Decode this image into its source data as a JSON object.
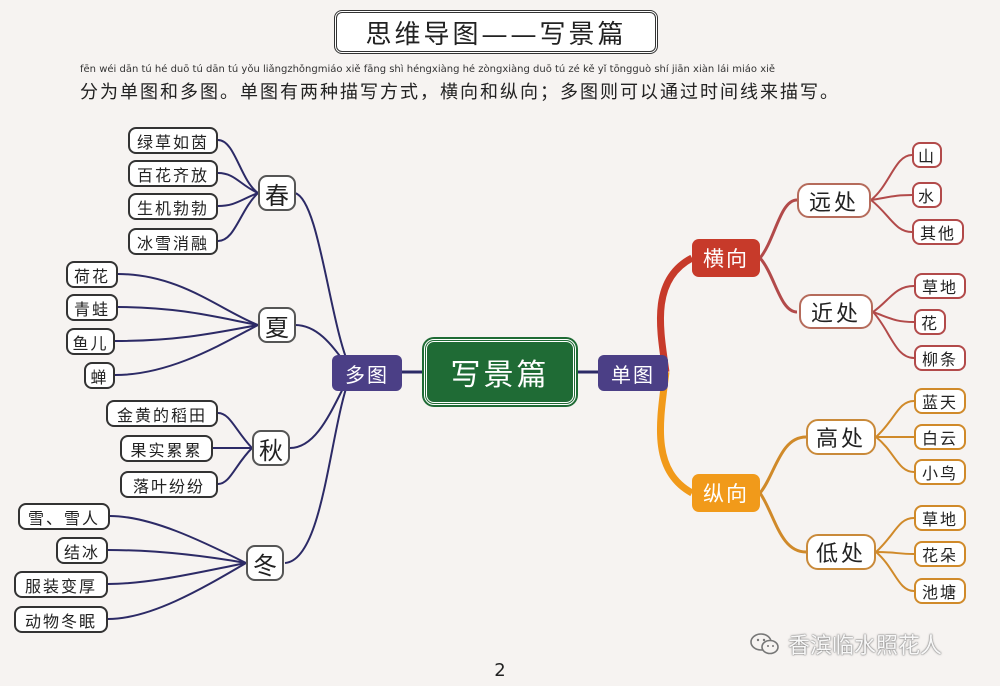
{
  "title": "思维导图——写景篇",
  "pinyin": "fēn wéi dān tú hé duō tú   dān tú yǒu liǎngzhǒngmiáo xiě fāng shì   héngxiàng hé zòngxiàng   duō tú zé kě yǐ tōngguò shí jiān xiàn lái miáo xiě",
  "subtitle": "分为单图和多图。单图有两种描写方式，横向和纵向；多图则可以通过时间线来描写。",
  "center": "写景篇",
  "left_branch": "多图",
  "right_branch": "单图",
  "seasons": [
    {
      "label": "春",
      "items": [
        "绿草如茵",
        "百花齐放",
        "生机勃勃",
        "冰雪消融"
      ]
    },
    {
      "label": "夏",
      "items": [
        "荷花",
        "青蛙",
        "鱼儿",
        "蝉"
      ]
    },
    {
      "label": "秋",
      "items": [
        "金黄的稻田",
        "果实累累",
        "落叶纷纷"
      ]
    },
    {
      "label": "冬",
      "items": [
        "雪、雪人",
        "结冰",
        "服装变厚",
        "动物冬眠"
      ]
    }
  ],
  "horizontal": {
    "label": "横向",
    "groups": [
      {
        "label": "远处",
        "items": [
          "山",
          "水",
          "其他"
        ]
      },
      {
        "label": "近处",
        "items": [
          "草地",
          "花",
          "柳条"
        ]
      }
    ]
  },
  "vertical": {
    "label": "纵向",
    "groups": [
      {
        "label": "高处",
        "items": [
          "蓝天",
          "白云",
          "小鸟"
        ]
      },
      {
        "label": "低处",
        "items": [
          "草地",
          "花朵",
          "池塘"
        ]
      }
    ]
  },
  "colors": {
    "center": "#1f6b35",
    "branch": "#4b3f86",
    "horizontal": "#c73a2a",
    "vertical": "#f19a1a"
  },
  "page_number": "2",
  "watermark": "香滨临水照花人"
}
